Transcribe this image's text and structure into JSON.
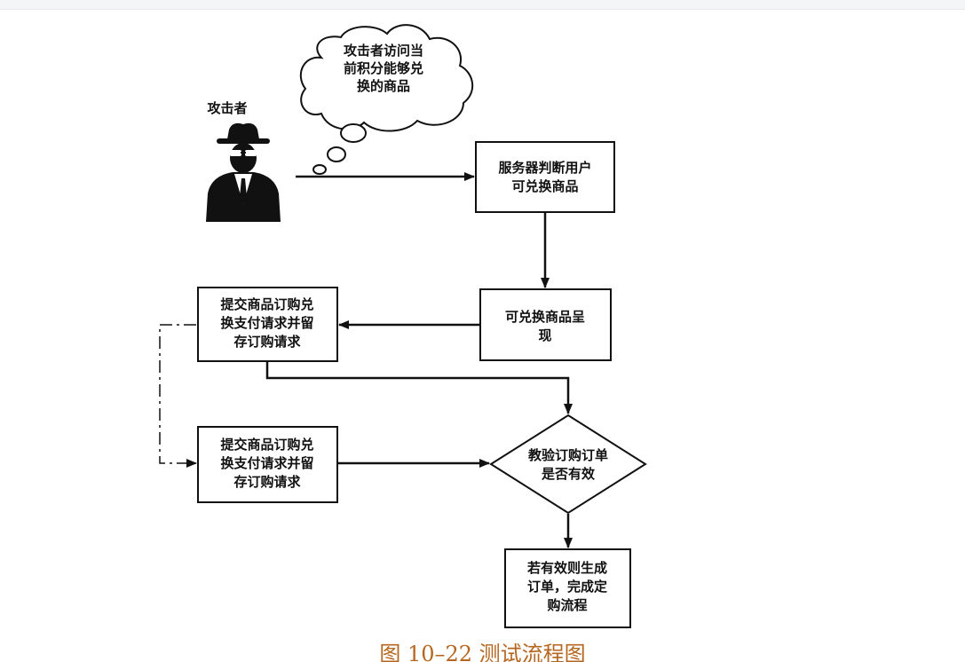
{
  "diagram": {
    "attacker_label": "攻击者",
    "thought_lines": [
      "攻击者访问当",
      "前积分能够兑",
      "换的商品"
    ],
    "server_check_lines": [
      "服务器判断用户",
      "可兑换商品"
    ],
    "display_lines": [
      "可兑换商品呈",
      "现"
    ],
    "submit1_lines": [
      "提交商品订购兑",
      "换支付请求并留",
      "存订购请求"
    ],
    "submit2_lines": [
      "提交商品订购兑",
      "换支付请求并留",
      "存订购请求"
    ],
    "verify_lines": [
      "教验订购订单",
      "是否有效"
    ],
    "result_lines": [
      "若有效则生成",
      "订单，完成定",
      "购流程"
    ]
  },
  "caption": "图 10–22 测试流程图",
  "colors": {
    "line": "#111111",
    "caption": "#b5661f"
  },
  "icons": {
    "attacker": "hacker-icon",
    "thought": "thought-bubble-icon"
  }
}
